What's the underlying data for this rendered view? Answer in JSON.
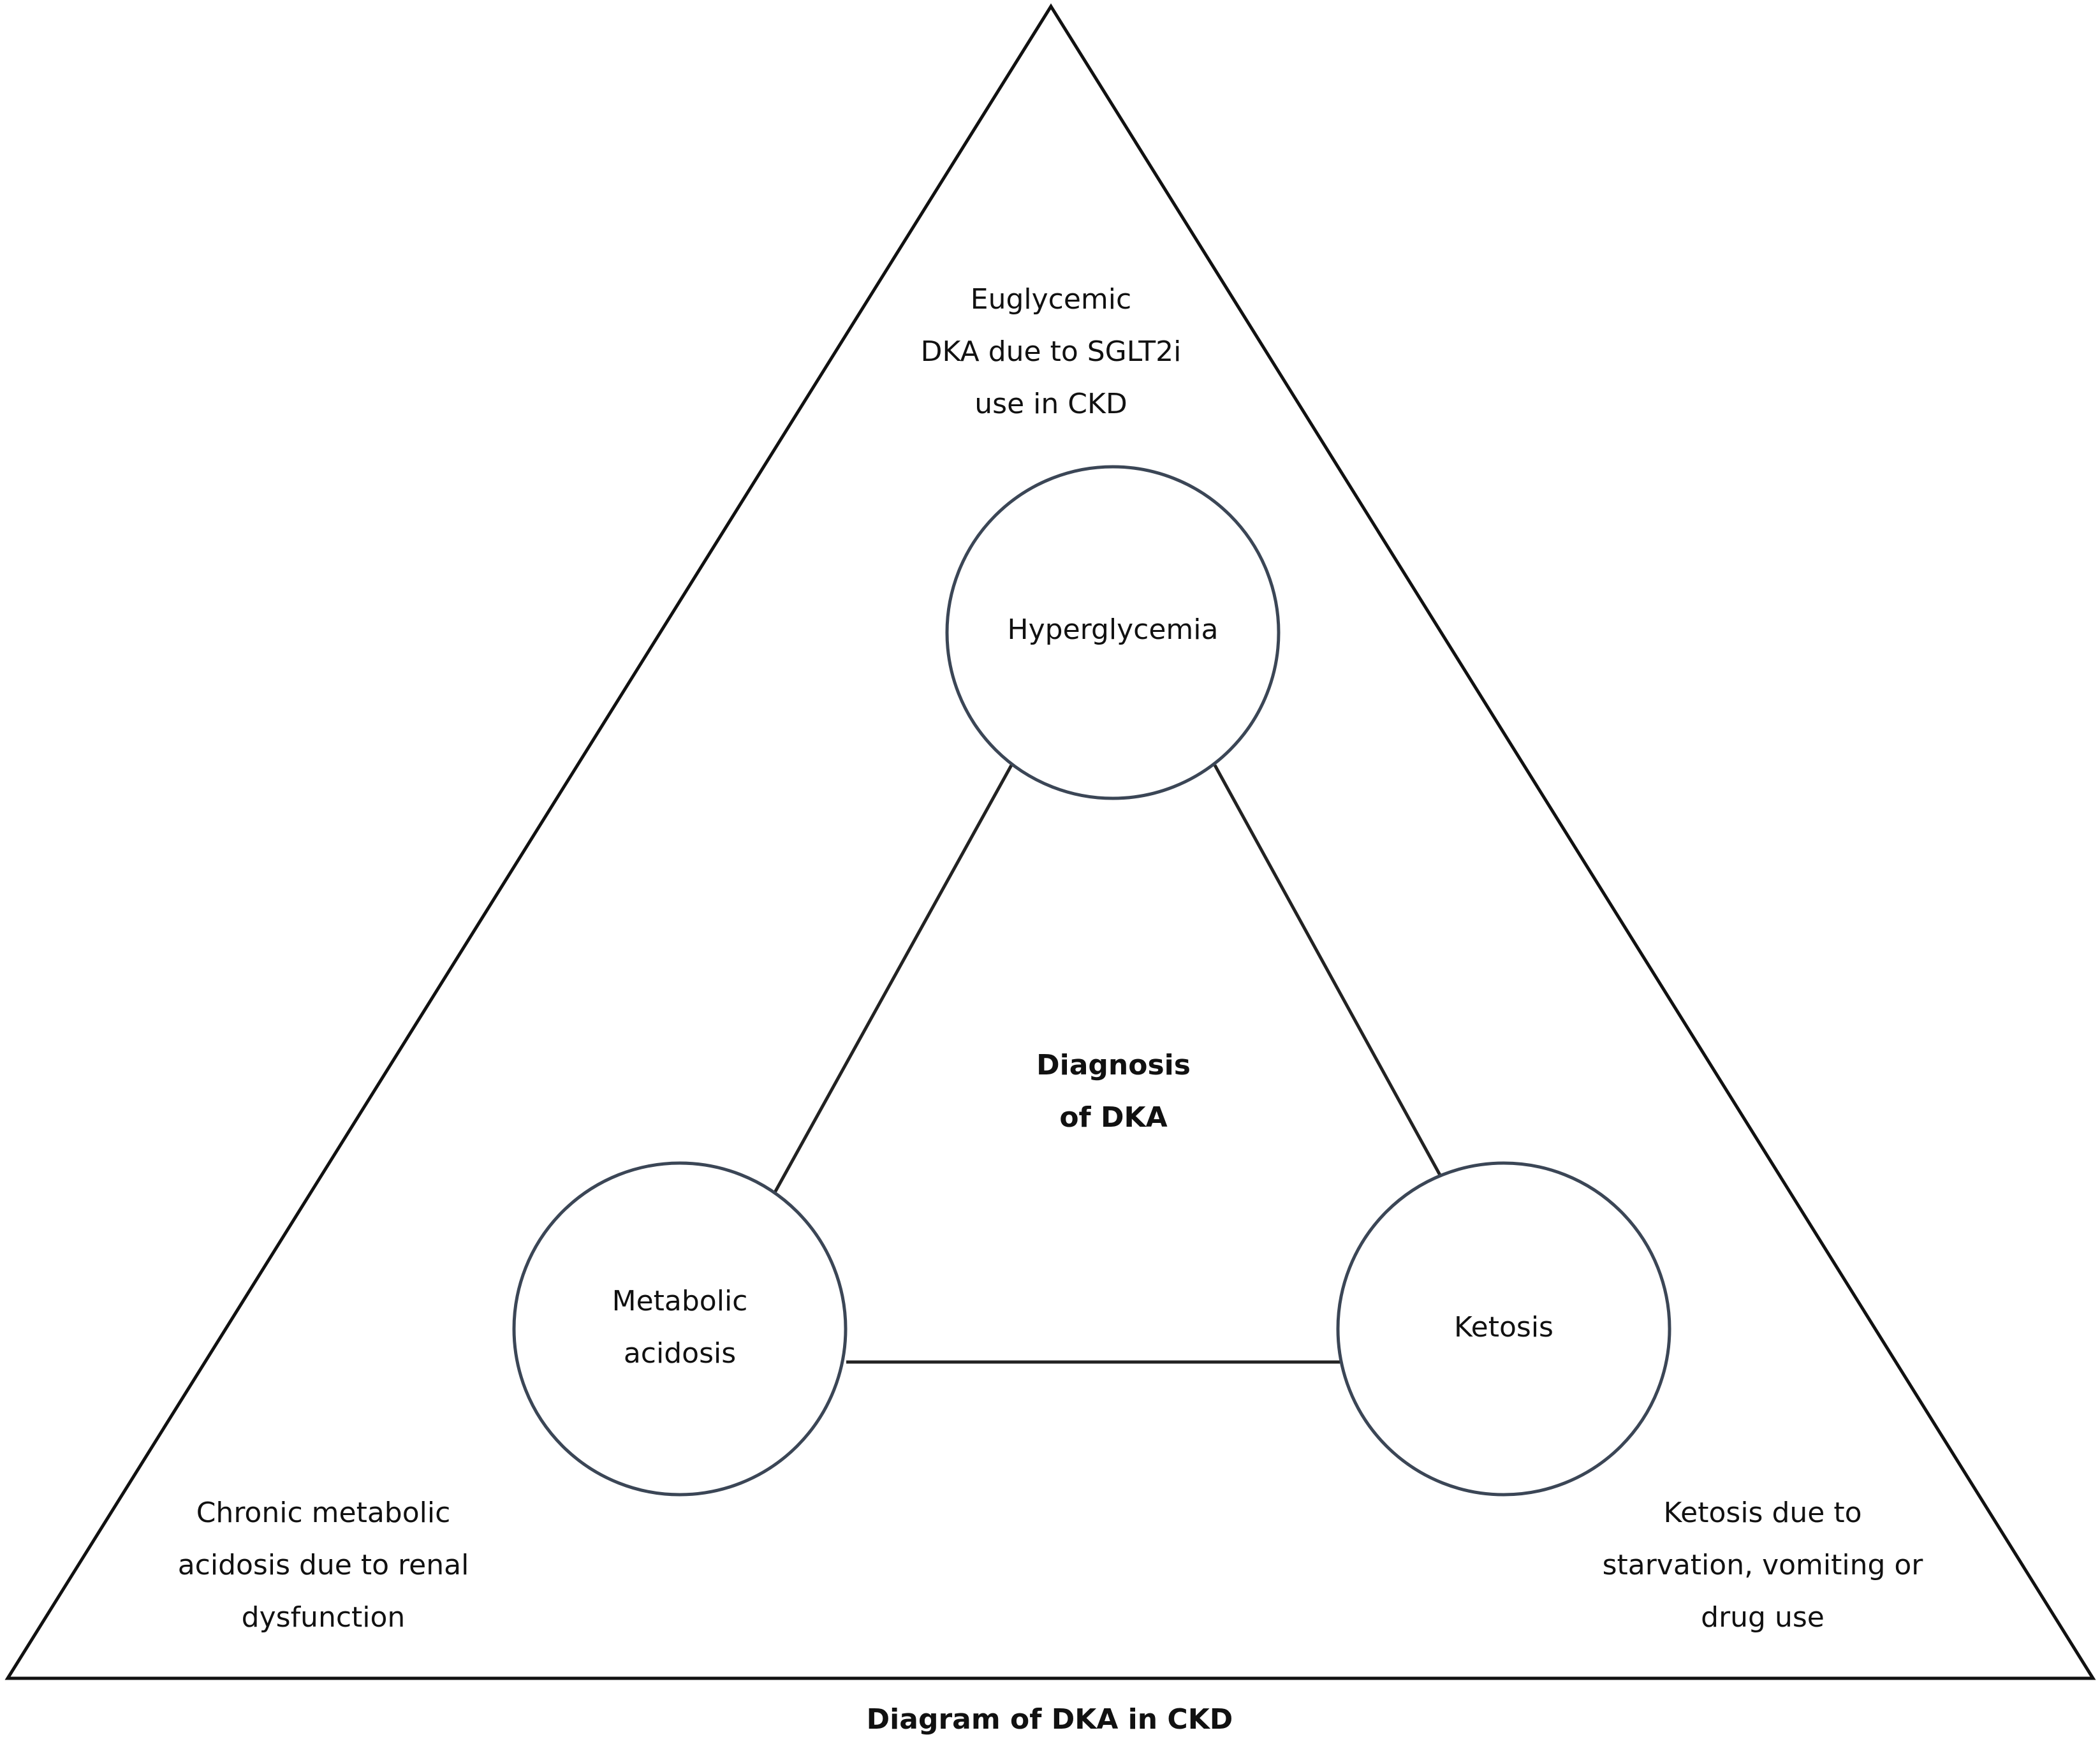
{
  "diagram": {
    "caption": "Diagram of DKA in CKD",
    "center_label": [
      "Diagnosis",
      "of DKA"
    ],
    "nodes": {
      "hyperglycemia": {
        "label": [
          "Hyperglycemia"
        ]
      },
      "metabolic_acidosis": {
        "label": [
          "Metabolic",
          "acidosis"
        ]
      },
      "ketosis": {
        "label": [
          "Ketosis"
        ]
      }
    },
    "corners": {
      "top": [
        "Euglycemic",
        "DKA due to SGLT2i",
        "use in CKD"
      ],
      "bottom_left": [
        "Chronic metabolic",
        "acidosis due to renal",
        "dysfunction"
      ],
      "bottom_right": [
        "Ketosis due to",
        "starvation, vomiting or",
        "drug use"
      ]
    },
    "colors": {
      "outer_triangle": "#111111",
      "circle_stroke": "#3b4656",
      "connector": "#222222",
      "text": "#111111"
    }
  }
}
